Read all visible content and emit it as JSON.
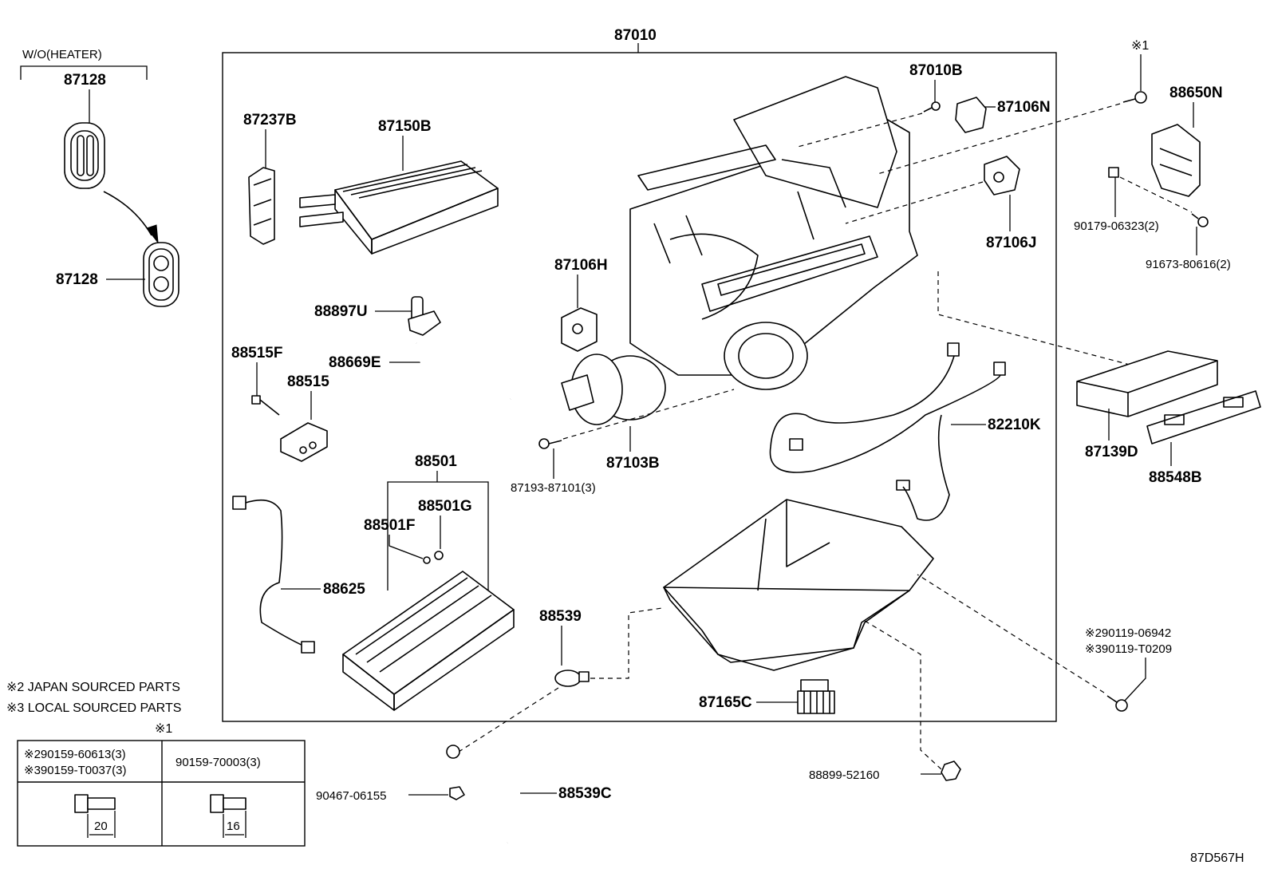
{
  "diagram": {
    "drawing_id": "87D567H",
    "assembly_label": "87010",
    "variant_label": "W/O(HEATER)",
    "notes": {
      "japan": "※2 JAPAN SOURCED PARTS",
      "local": "※3 LOCAL SOURCED PARTS",
      "mark1": "※1",
      "mark1_table": "※1"
    },
    "table": {
      "col1_line1": "※290159-60613(3)",
      "col1_line2": "※390159-T0037(3)",
      "col2": "90159-70003(3)",
      "dim1": "20",
      "dim2": "16"
    },
    "parts": {
      "p87128_top": "87128",
      "p87128_bottom": "87128",
      "p87237B": "87237B",
      "p87150B": "87150B",
      "p88897U": "88897U",
      "p88515F": "88515F",
      "p88669E": "88669E",
      "p88515": "88515",
      "p88501": "88501",
      "p88501G": "88501G",
      "p88501F": "88501F",
      "p88625": "88625",
      "p87106H": "87106H",
      "p87103B": "87103B",
      "p87193": "87193-87101(3)",
      "p87010B": "87010B",
      "p87106N": "87106N",
      "p87106J": "87106J",
      "p88650N": "88650N",
      "p90179": "90179-06323(2)",
      "p91673": "91673-80616(2)",
      "p87139D": "87139D",
      "p88548B": "88548B",
      "p82210K": "82210K",
      "p88539": "88539",
      "p87165C": "87165C",
      "p90119_a": "※290119-06942",
      "p90119_b": "※390119-T0209",
      "p88899": "88899-52160",
      "p90467": "90467-06155",
      "p88539C": "88539C"
    }
  }
}
